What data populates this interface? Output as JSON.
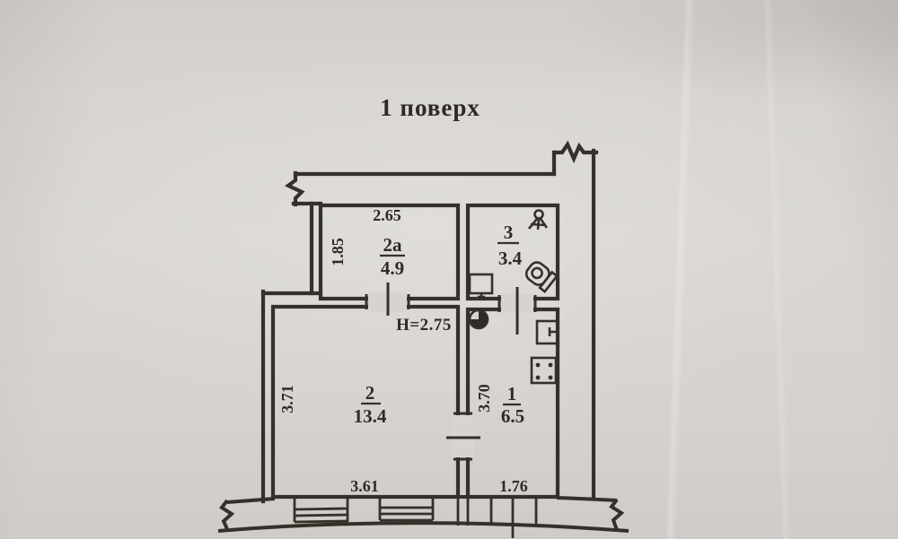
{
  "title": "1 поверх",
  "plan": {
    "height_note": "H=2.75",
    "rooms": {
      "r2a": {
        "number": "2a",
        "area": "4.9",
        "width": "2.65",
        "depth": "1.85"
      },
      "r3": {
        "number": "3",
        "area": "3.4"
      },
      "r2": {
        "number": "2",
        "area": "13.4",
        "width": "3.61",
        "depth": "3.71"
      },
      "r1": {
        "number": "1",
        "area": "6.5",
        "width": "1.76",
        "depth": "3.70"
      }
    },
    "fixtures": {
      "bathroom": [
        "shower",
        "toilet",
        "sink"
      ],
      "kitchen": [
        "ventilation",
        "sink",
        "stove"
      ]
    },
    "colors": {
      "ink": "#34312b",
      "paper": "#d6d3cf"
    }
  }
}
